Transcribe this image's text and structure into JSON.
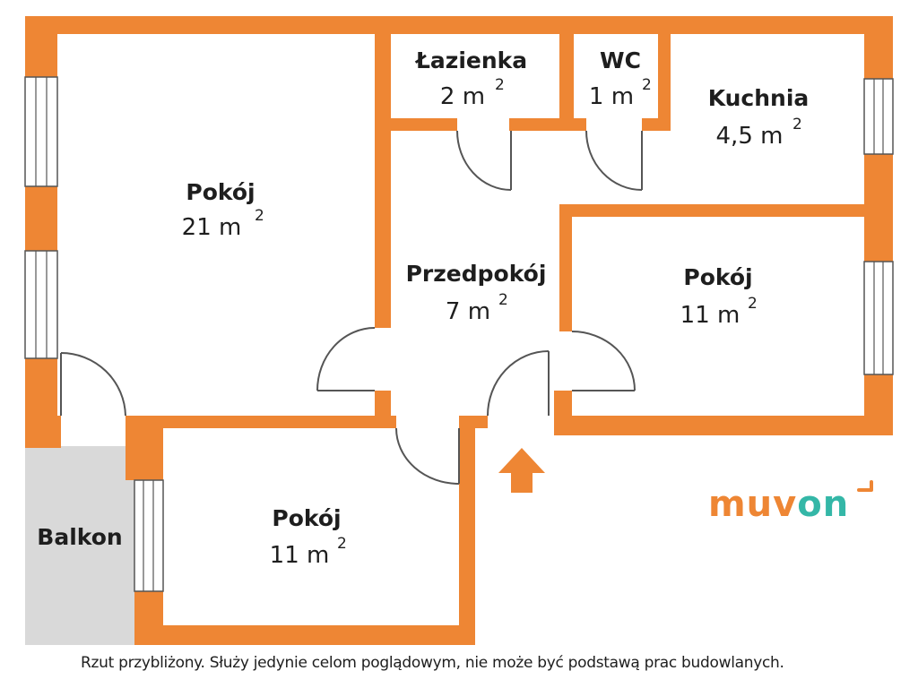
{
  "colors": {
    "wall": "#ee8634",
    "door_line": "#555555",
    "balcony_fill": "#d9d9d9",
    "text": "#1e1e1e",
    "logo_primary": "#ee8634",
    "logo_accent": "#34b7a7"
  },
  "rooms": {
    "pokoj_21": {
      "name": "Pokój",
      "area": "21 m",
      "sup": "2"
    },
    "lazienka": {
      "name": "Łazienka",
      "area": "2 m",
      "sup": "2"
    },
    "wc": {
      "name": "WC",
      "area": "1 m",
      "sup": "2"
    },
    "kuchnia": {
      "name": "Kuchnia",
      "area": "4,5 m",
      "sup": "2"
    },
    "przedpokoj": {
      "name": "Przedpokój",
      "area": "7 m",
      "sup": "2"
    },
    "pokoj_11_right": {
      "name": "Pokój",
      "area": "11 m",
      "sup": "2"
    },
    "pokoj_11_bottom": {
      "name": "Pokój",
      "area": "11 m",
      "sup": "2"
    },
    "balkon": {
      "name": "Balkon"
    }
  },
  "logo": {
    "text_primary": "muv",
    "text_accent": "on",
    "mark_icon": "arrow-corner-icon"
  },
  "entrance": {
    "icon": "entrance-arrow-icon"
  },
  "disclaimer": "Rzut przybliżony. Służy jedynie celom poglądowym, nie może być podstawą prac budowlanych."
}
